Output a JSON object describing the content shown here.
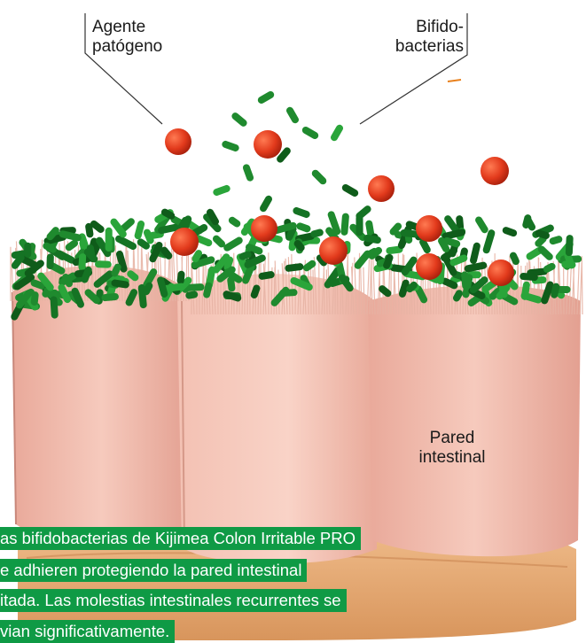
{
  "labels": {
    "pathogen": "Agente\npatógeno",
    "bifido": "Bifido-\nbacterias",
    "wall": "Pared\nintestinal"
  },
  "caption": {
    "lines": [
      "as bifidobacterias de Kijimea Colon Irritable PRO",
      "e adhieren protegiendo la pared intestinal",
      "itada. Las molestias intestinales recurrentes se",
      "vian significativamente."
    ]
  },
  "colors": {
    "caption_bg": "#0f9a45",
    "cell": "#f2b8a8",
    "cell_shade": "#d98f80",
    "base": "#eab07a",
    "bacteria": "#1f8a2e",
    "pathogen": "#e23a1c"
  }
}
